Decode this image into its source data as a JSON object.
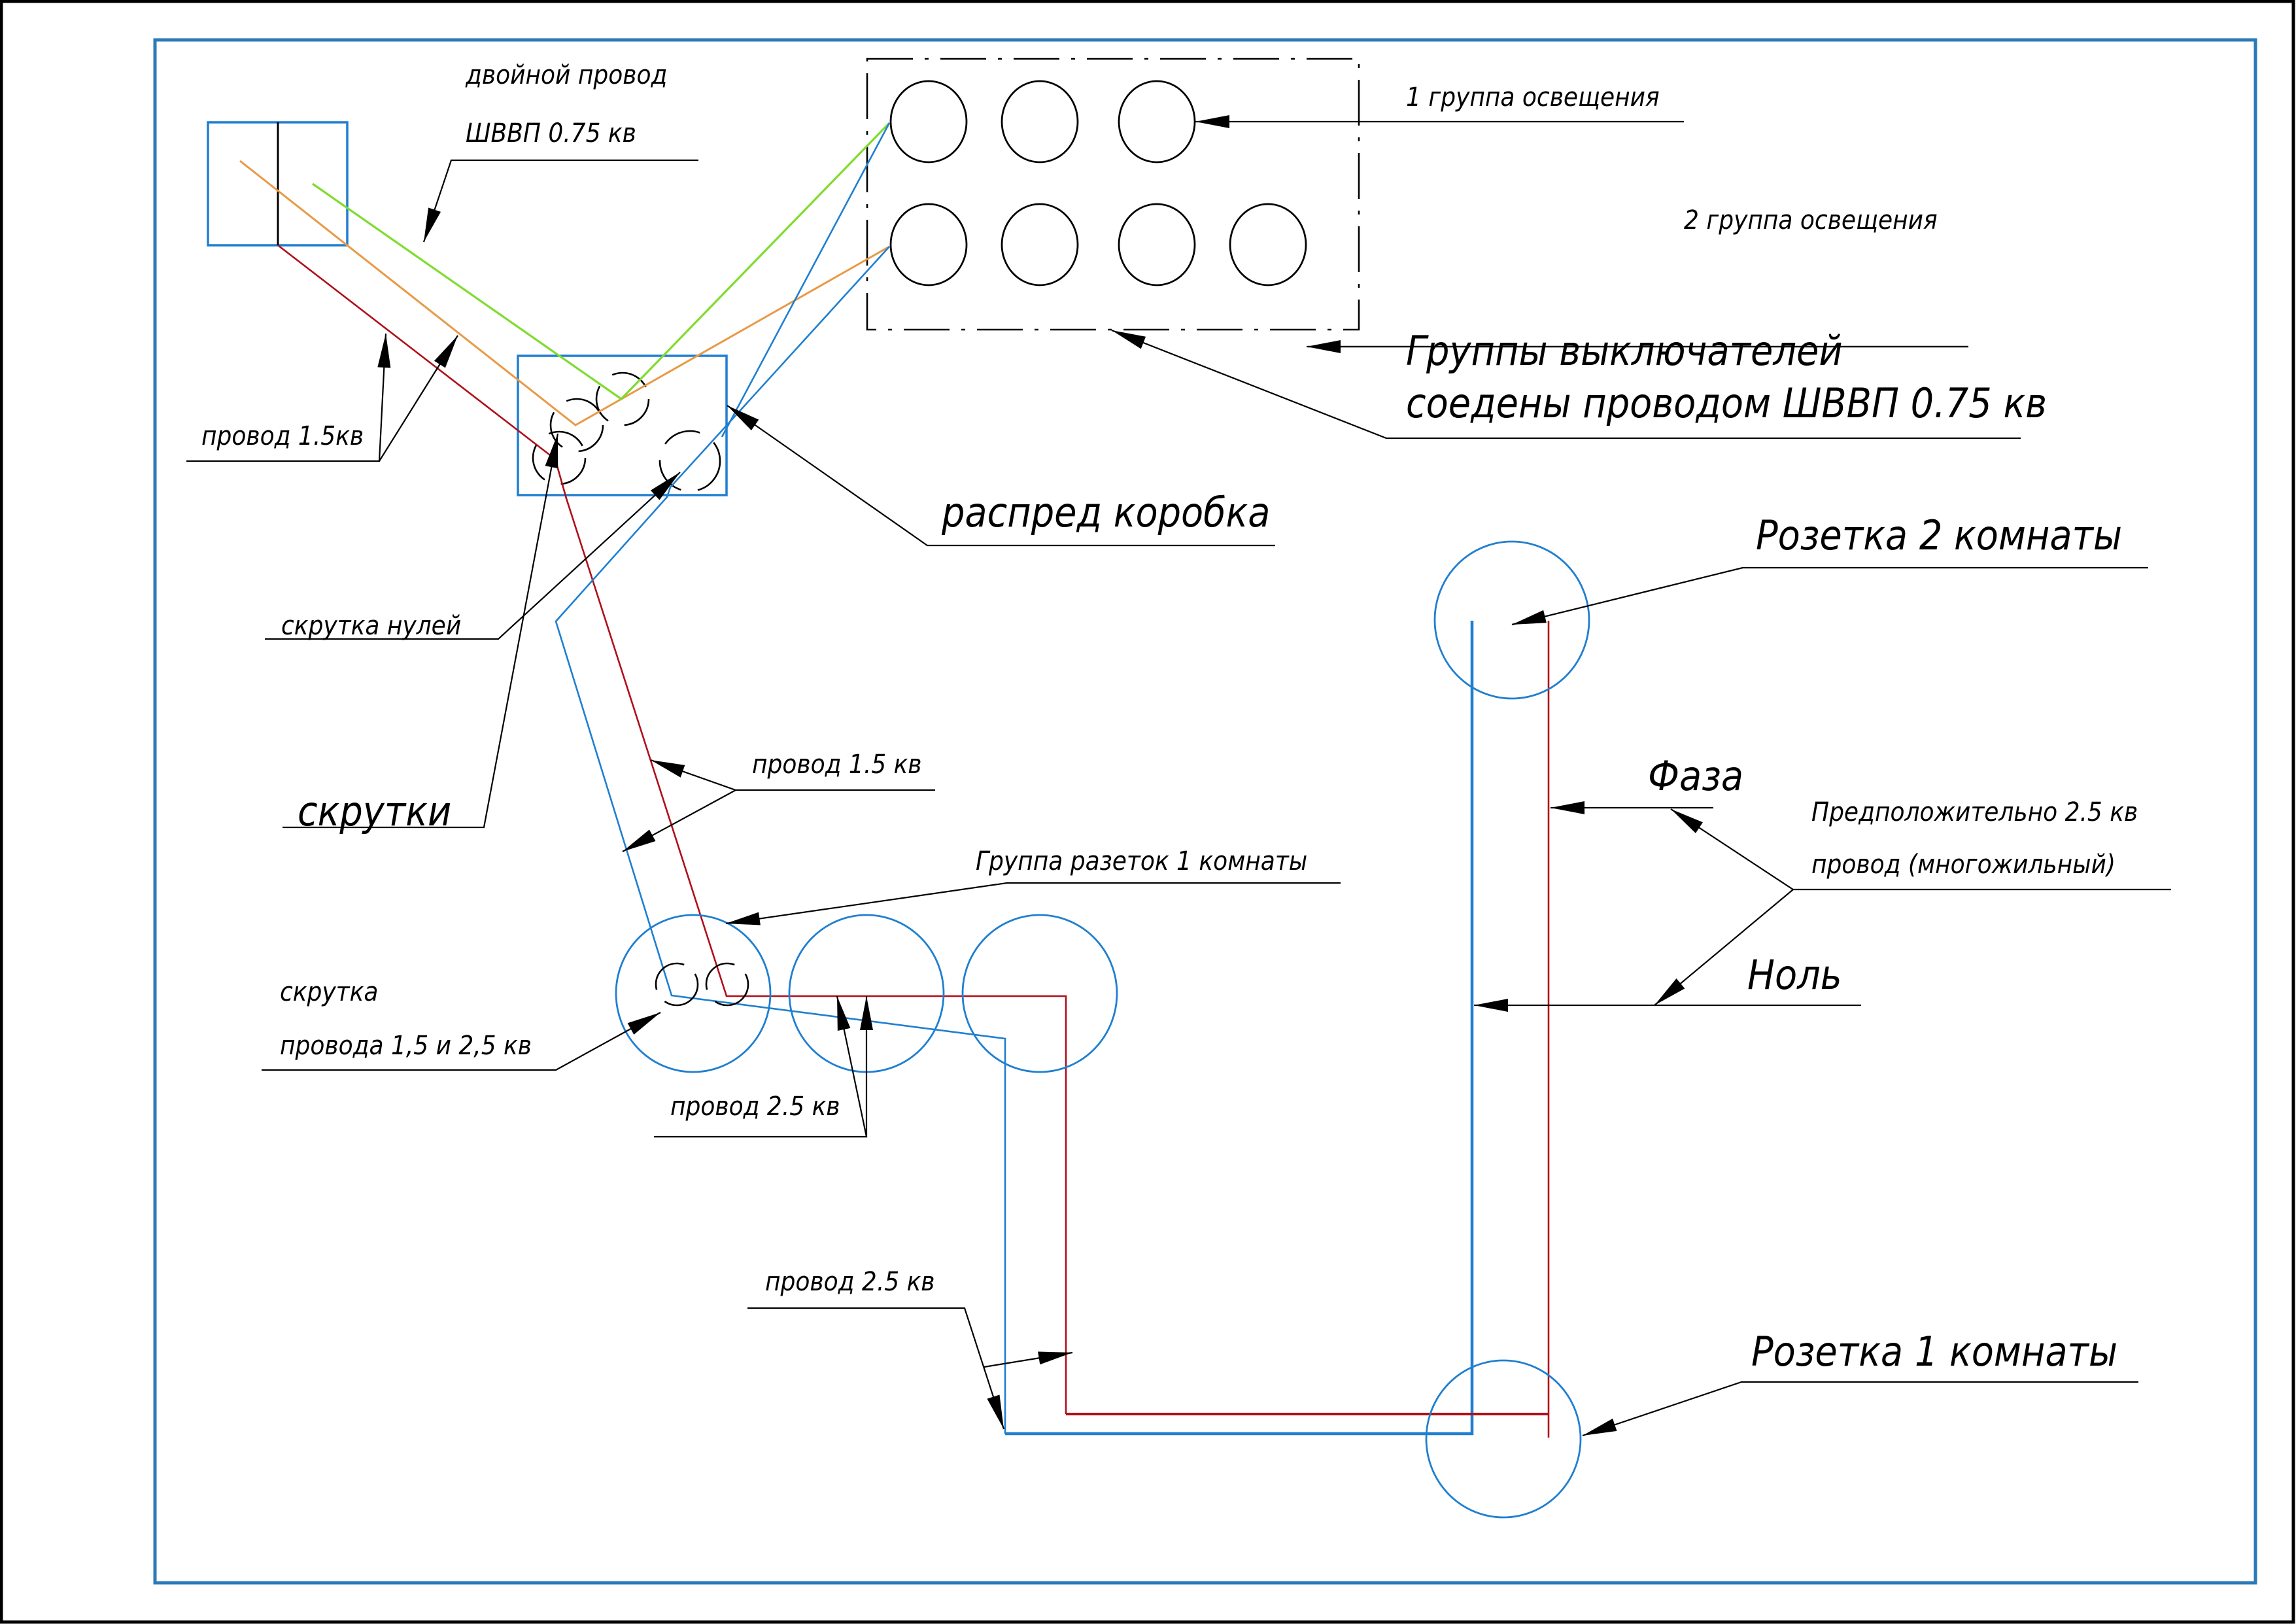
{
  "title": "Схема электропроводки: выключатели, распределительная коробка, розетки",
  "colors": {
    "frame": "#2a7ab8",
    "outer_border": "#000000",
    "phase_wire": "#b00f1a",
    "neutral_wire": "#1f7fd0",
    "switch_wire_orange": "#e89a46",
    "switch_wire_green": "#7fdc2e",
    "annotation": "#000000"
  },
  "labels": {
    "double_wire_line1": "двойной провод",
    "double_wire_line2": "ШВВП 0.75 кв",
    "wire_1_5_top": "провод 1.5кв",
    "light_group_1": "1 группа освещения",
    "light_group_2": "2 группа освещения",
    "switch_groups_line1": "Группы выключателей",
    "switch_groups_line2": "соедены проводом ШВВП 0.75 кв",
    "junction_box": "распред коробка",
    "neutral_twist": "скрутка нулей",
    "twists": "скрутки",
    "wire_1_5_mid": "провод 1.5 кв",
    "socket_group_room1": "Группа разеток 1 комнаты",
    "twist_line1": "скрутка",
    "twist_line2": "провода 1,5 и 2,5 кв",
    "wire_2_5_mid": "провод 2.5 кв",
    "wire_2_5_bottom": "провод 2.5 кв",
    "socket_room2": "Розетка 2 комнаты",
    "phase": "Фаза",
    "presumably_line1": "Предположительно 2.5 кв",
    "presumably_line2": "провод (многожильный)",
    "neutral": "Ноль",
    "socket_room1": "Розетка 1 комнаты"
  },
  "components": {
    "light_group_1_count": 3,
    "light_group_2_count": 4,
    "socket_group_room1_count": 3
  }
}
